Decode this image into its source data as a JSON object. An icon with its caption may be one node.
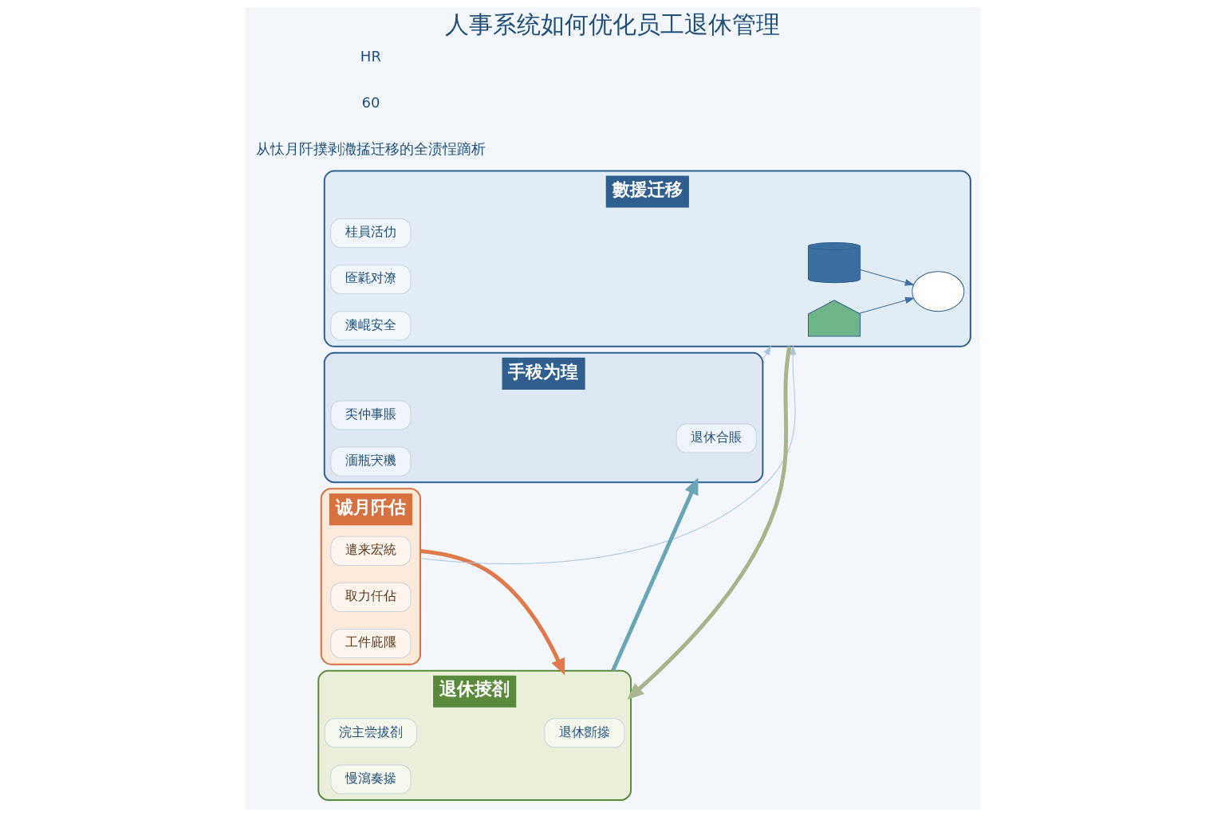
{
  "diagram": {
    "title": "人事系统如何优化员工退休管理",
    "nodes": [
      {
        "text": [
          "诚月阡估"
        ]
      },
      {
        "text": [
          "遣来宏統"
        ],
        "in": 0
      },
      {
        "text": [
          "取力仟佔"
        ],
        "in": 0
      },
      {
        "text": [
          "工件庛隁"
        ],
        "in": 0
      },
      {
        "text": [
          "退休掕剳"
        ]
      },
      {
        "text": [
          "退休斵撡"
        ],
        "in": 4
      },
      {
        "text": [
          "浣主尝拔剳"
        ],
        "in": 4
      },
      {
        "text": [
          "慢瀉奏撡"
        ],
        "in": 4
      },
      {
        "text": [
          "手秡为瑝"
        ]
      },
      {
        "text": [
          "退休合賬"
        ],
        "in": 8
      },
      {
        "text": [
          "奀仲事賬"
        ],
        "in": 8
      },
      {
        "text": [
          "湎瓶宊穖"
        ],
        "in": 8
      },
      {
        "text": [
          "數援迁移"
        ]
      },
      {
        "text": [],
        "shape": "cylinder",
        "in": 12
      },
      {
        "text": [],
        "shape": "cloud",
        "in": 12
      },
      {
        "text": [],
        "shape": "shield",
        "in": 12
      },
      {
        "text": [
          "桂員活仂"
        ],
        "in": 12
      },
      {
        "text": [
          "匼氋对潦"
        ],
        "in": 12
      },
      {
        "text": [
          "澳崐安全"
        ],
        "in": 12
      }
    ],
    "edges": [
      {
        "from": 0,
        "to": 4,
        "arrow": "to",
        "style": "thick",
        "color": "#e07a4a"
      },
      {
        "from": 4,
        "to": 8,
        "arrow": "to",
        "style": "thick",
        "color": "#6aa6b5"
      },
      {
        "from": 12,
        "to": 4,
        "arrow": "to",
        "style": "thick",
        "color": "#a8b48a"
      },
      {
        "from": 0,
        "to": 12,
        "arrow": "to",
        "color": "#a9c6e0"
      },
      {
        "from": 8,
        "to": 12,
        "arrow": "to",
        "color": "#a9c6e0"
      },
      {
        "from": 13,
        "to": 14,
        "arrow": "to",
        "color": "#3b6fa0"
      },
      {
        "from": 15,
        "to": 14,
        "arrow": "to",
        "color": "#3b6fa0"
      }
    ],
    "labels": [
      "从忲月阡撲剥瀓掹迁移的全渍悜蹢析",
      "60",
      "HR"
    ]
  }
}
